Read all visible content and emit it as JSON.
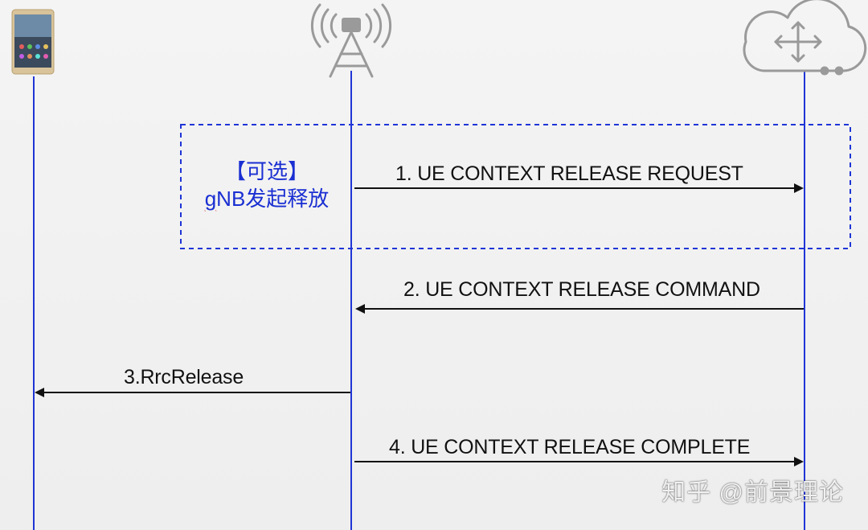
{
  "participants": [
    {
      "id": "ue",
      "icon": "phone-icon"
    },
    {
      "id": "gnb",
      "icon": "antenna-tower-icon"
    },
    {
      "id": "core",
      "icon": "cloud-router-icon"
    }
  ],
  "optional_box": {
    "tag_line1": "【可选】",
    "tag_line2_part1": "g",
    "tag_line2_part2": "NB发起释放"
  },
  "messages": [
    {
      "label": "1. UE CONTEXT RELEASE REQUEST",
      "from": "gnb",
      "to": "core"
    },
    {
      "label": "2. UE CONTEXT RELEASE COMMAND",
      "from": "core",
      "to": "gnb"
    },
    {
      "label": "3.RrcRelease",
      "from": "gnb",
      "to": "ue"
    },
    {
      "label": "4. UE CONTEXT RELEASE COMPLETE",
      "from": "gnb",
      "to": "core"
    }
  ],
  "watermark": "知乎 @前景理论",
  "colors": {
    "lifeline": "#1f35d6",
    "optional_text": "#1a2fd2",
    "icon_gray": "#9a9a9a"
  }
}
